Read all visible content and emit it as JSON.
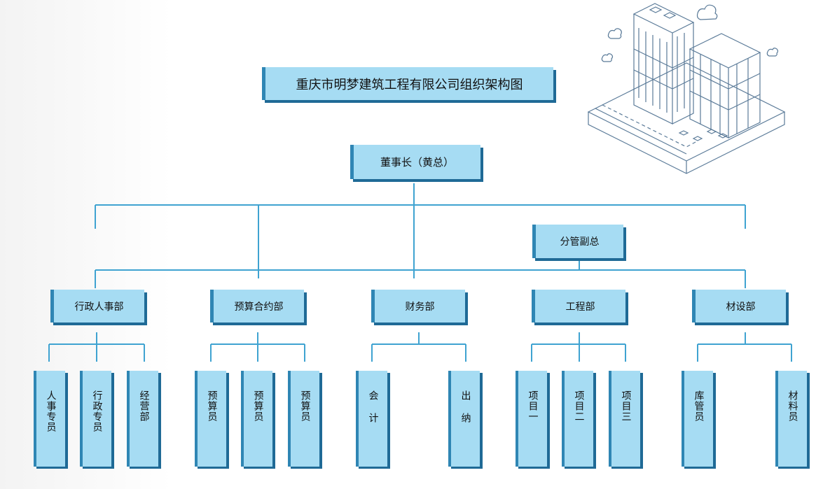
{
  "title": "重庆市明梦建筑工程有限公司组织架构图",
  "chairman": "董事长（黄总）",
  "vice": "分管副总",
  "departments": [
    {
      "name": "行政人事部",
      "staff": [
        "人事专员",
        "行政专员",
        "经营部"
      ]
    },
    {
      "name": "预算合约部",
      "staff": [
        "预算员",
        "预算员",
        "预算员"
      ]
    },
    {
      "name": "财务部",
      "staff": [
        "会计",
        "出纳"
      ]
    },
    {
      "name": "工程部",
      "staff": [
        "项目一",
        "项目二",
        "项目三"
      ]
    },
    {
      "name": "材设部",
      "staff": [
        "库管员",
        "材料员"
      ]
    }
  ]
}
